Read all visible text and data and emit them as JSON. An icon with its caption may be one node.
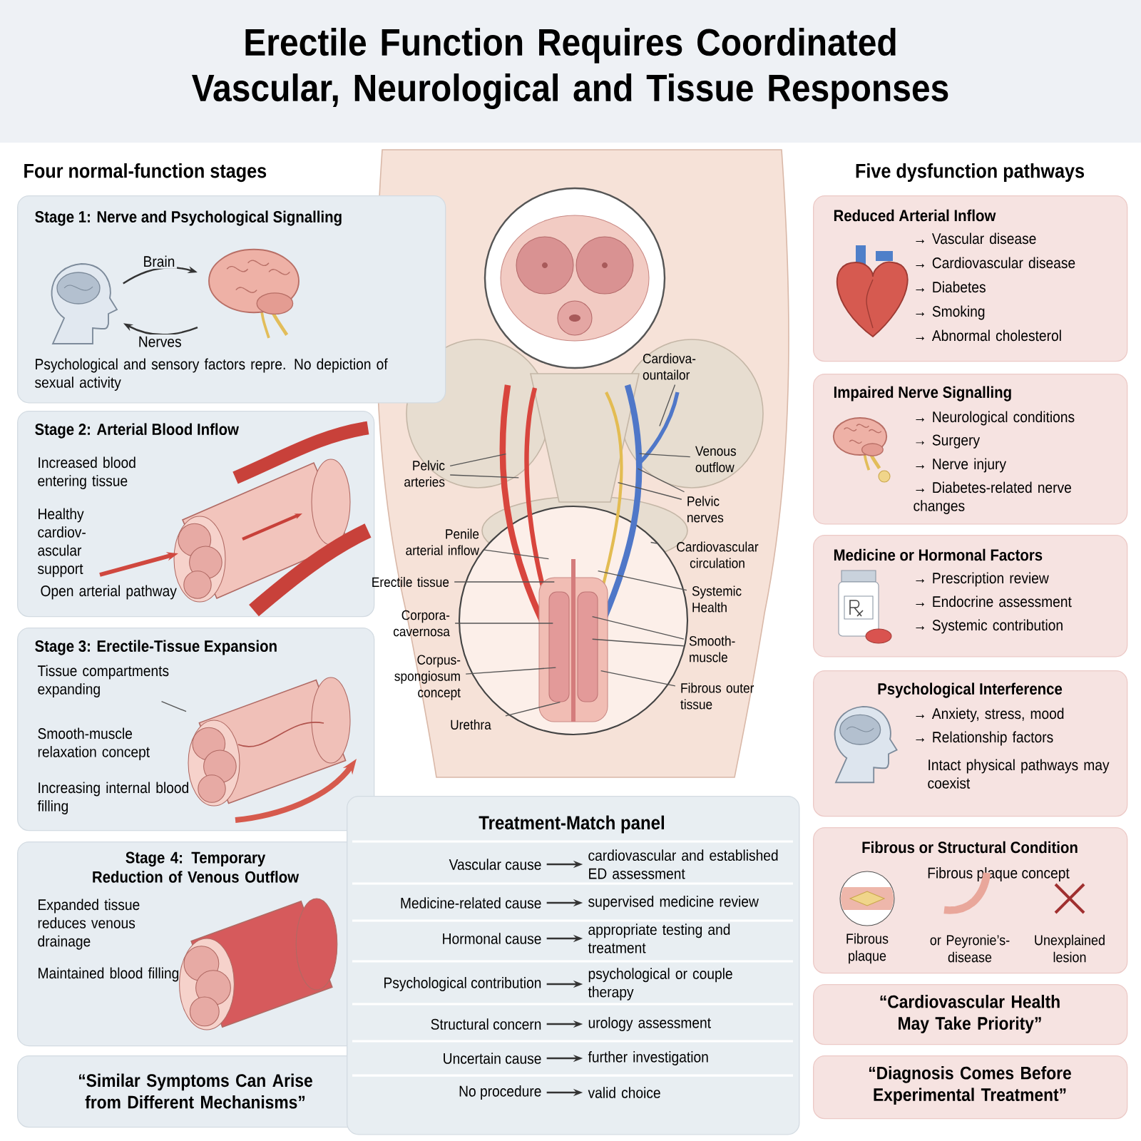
{
  "diagram": {
    "title": "Erectile Function Requires Coordinated Vascular, Neurological and Tissue Responses",
    "nodes": [
      {
        "text": [
          "Stage 1: Nerve and Psychological Signalling",
          "Psychological and sensory factors repre. No depiction of sexual activity"
        ]
      },
      {
        "text": [],
        "shape": "picture",
        "in": 0
      },
      {
        "text": [],
        "shape": "picture",
        "in": 0
      },
      {
        "text": [
          "Stage 2: Arterial Blood Inflow",
          "Increased blood entering tissue",
          "Healthy cardiov- ascular support",
          "Open arterial pathway"
        ]
      },
      {
        "text": [
          "Stage 3: Erectile-Tissue Expansion",
          "Smooth-muscle relaxation concept",
          "Increasing internal blood filling"
        ]
      },
      {
        "text": [
          "Tissue compartments expanding"
        ],
        "in": 4
      },
      {
        "text": [],
        "shape": "picture",
        "in": 4
      },
      {
        "text": [
          "Stage 4: Temporary Reduction of Venous Outflow",
          "Expanded tissue reduces venous drainage",
          "Maintained blood filling"
        ]
      },
      {
        "text": [
          "“Similar Symptoms Can Arise from Different Mechanisms”"
        ]
      },
      {
        "text": [
          "Cardiova- ountailor"
        ]
      },
      {
        "text": [
          "Pelvic arteries"
        ]
      },
      {
        "text": [
          "Venous outflow"
        ]
      },
      {
        "text": [
          "Pelvic nerves"
        ]
      },
      {
        "text": [
          "Penile arterial inflow"
        ]
      },
      {
        "text": [
          "Cardiovascular circulation"
        ]
      },
      {
        "text": [
          "Erectile tissue"
        ]
      },
      {
        "text": [
          "Systemic Health"
        ]
      },
      {
        "text": [
          "Corpora- cavernosa"
        ]
      },
      {
        "text": [
          "Smooth- muscle"
        ]
      },
      {
        "text": [
          "Corpus- spongiosum concept"
        ]
      },
      {
        "text": [
          "Fibrous outer tissue"
        ]
      },
      {
        "text": [
          "Urethra"
        ]
      },
      {
        "text": [
          "Treatment-Match panel"
        ]
      },
      {
        "text": [
          "Vascular cause"
        ],
        "in": 22
      },
      {
        "text": [
          "cardiovascular and established ED assessment"
        ],
        "in": 22
      },
      {
        "text": [
          "Medicine-related cause"
        ],
        "in": 22
      },
      {
        "text": [
          "supervised medicine review"
        ],
        "in": 22
      },
      {
        "text": [
          "Hormonal cause"
        ],
        "in": 22
      },
      {
        "text": [
          "appropriate testing and treatment"
        ],
        "in": 22
      },
      {
        "text": [
          "Psychological contribution"
        ],
        "in": 22
      },
      {
        "text": [
          "psychological or couple therapy"
        ],
        "in": 22
      },
      {
        "text": [
          "Structural concern"
        ],
        "in": 22
      },
      {
        "text": [
          "urology assessment"
        ],
        "in": 22
      },
      {
        "text": [
          "Uncertain cause"
        ],
        "in": 22
      },
      {
        "text": [
          "further investigation"
        ],
        "in": 22
      },
      {
        "text": [
          "No procedure"
        ],
        "in": 22
      },
      {
        "text": [
          "valid choice"
        ],
        "in": 22
      },
      {
        "text": [
          "Reduced Arterial Inflow",
          "→ Vascular disease",
          "→ Cardiovascular disease",
          "→ Diabetes",
          "→ Smoking",
          "→ Abnormal cholesterol"
        ]
      },
      {
        "text": [
          "Impaired Nerve Signalling",
          "→ Neurological conditions",
          "→ Surgery",
          "→ Nerve injury",
          "→ Diabetes-related nerve changes"
        ]
      },
      {
        "text": [
          "Medicine or Hormonal Factors",
          "→ Prescription review",
          "→ Endocrine assessment",
          "→ Systemic contribution"
        ]
      },
      {
        "text": [
          "Psychological Interference",
          "→ Anxiety, stress, mood",
          "→ Relationship factors",
          "Intact physical pathways may coexist"
        ]
      },
      {
        "text": [
          "Fibrous or Structural Condition",
          "Fibrous plaque concept",
          "Fibrous plaque",
          "or Peyronie’s- disease",
          "Unexplained lesion"
        ]
      },
      {
        "text": [
          "“Cardiovascular Health May Take Priority”"
        ]
      },
      {
        "text": [
          "“Diagnosis Comes Before Experimental Treatment”"
        ]
      }
    ],
    "edges": [
      {
        "from": 1,
        "to": 2,
        "arrow": "to",
        "label": "Brain"
      },
      {
        "from": 2,
        "to": 1,
        "arrow": "to",
        "label": "Nerves"
      },
      {
        "from": 5,
        "to": 6,
        "arrow": "none"
      },
      {
        "from": 9,
        "to": null,
        "arrow": "none"
      },
      {
        "from": 10,
        "to": null,
        "arrow": "none"
      },
      {
        "from": 10,
        "to": null,
        "arrow": "none"
      },
      {
        "from": 11,
        "to": null,
        "arrow": "none"
      },
      {
        "from": 12,
        "to": null,
        "arrow": "none"
      },
      {
        "from": 12,
        "to": null,
        "arrow": "none"
      },
      {
        "from": 13,
        "to": null,
        "arrow": "none"
      },
      {
        "from": 14,
        "to": null,
        "arrow": "none"
      },
      {
        "from": 15,
        "to": null,
        "arrow": "none"
      },
      {
        "from": 16,
        "to": null,
        "arrow": "none"
      },
      {
        "from": 17,
        "to": null,
        "arrow": "none"
      },
      {
        "from": 18,
        "to": null,
        "arrow": "none"
      },
      {
        "from": 18,
        "to": null,
        "arrow": "none"
      },
      {
        "from": 19,
        "to": null,
        "arrow": "none"
      },
      {
        "from": 20,
        "to": null,
        "arrow": "none"
      },
      {
        "from": 21,
        "to": null,
        "arrow": "none"
      },
      {
        "from": 23,
        "to": 24,
        "arrow": "to"
      },
      {
        "from": 25,
        "to": 26,
        "arrow": "to"
      },
      {
        "from": 27,
        "to": 28,
        "arrow": "to"
      },
      {
        "from": 29,
        "to": 30,
        "arrow": "to"
      },
      {
        "from": 31,
        "to": 32,
        "arrow": "to"
      },
      {
        "from": 33,
        "to": 34,
        "arrow": "to"
      },
      {
        "from": 35,
        "to": 36,
        "arrow": "to"
      }
    ],
    "labels": [
      "Four normal-function stages",
      "Five dysfunction pathways"
    ]
  }
}
